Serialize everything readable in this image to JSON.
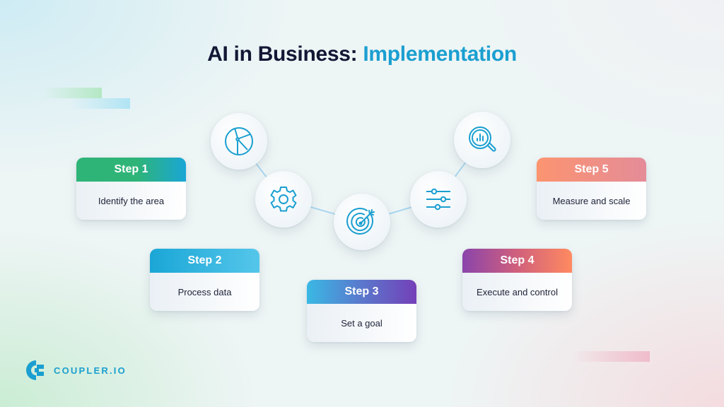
{
  "title": {
    "main": "AI in Business: ",
    "accent": "Implementation"
  },
  "colors": {
    "title_dark": "#121735",
    "title_accent": "#1a9fd0",
    "icon_stroke": "#1a9fd0",
    "connector": "#a9d8f0"
  },
  "steps": [
    {
      "label": "Step 1",
      "text": "Identify the area",
      "gradient": [
        "#2fb478",
        "#1aa6d6"
      ]
    },
    {
      "label": "Step 2",
      "text": "Process data",
      "gradient": [
        "#1aa6d6",
        "#55c6ea"
      ]
    },
    {
      "label": "Step 3",
      "text": "Set a goal",
      "gradient": [
        "#3ab8e4",
        "#7440b8"
      ]
    },
    {
      "label": "Step 4",
      "text": "Execute and control",
      "gradient": [
        "#8a44ac",
        "#ff8a60"
      ]
    },
    {
      "label": "Step 5",
      "text": "Measure and scale",
      "gradient": [
        "#fc9470",
        "#e48c98"
      ]
    }
  ],
  "icons": [
    {
      "name": "pie-chart-icon"
    },
    {
      "name": "gear-icon"
    },
    {
      "name": "target-icon"
    },
    {
      "name": "sliders-icon"
    },
    {
      "name": "magnifier-chart-icon"
    }
  ],
  "logo": {
    "text": "COUPLER.IO"
  }
}
